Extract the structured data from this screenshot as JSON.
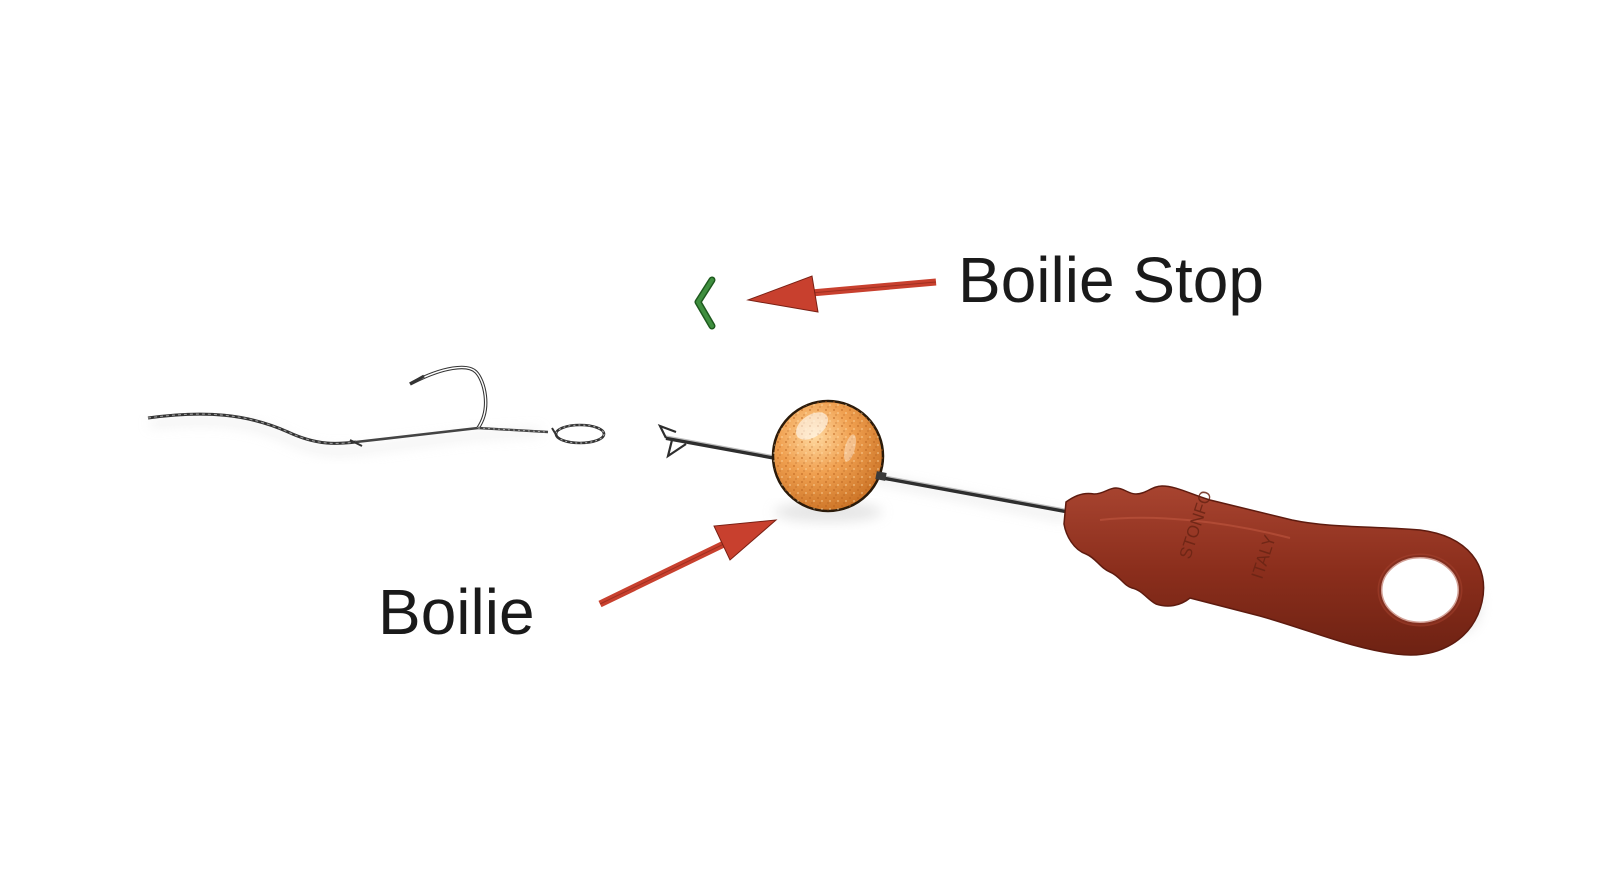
{
  "labels": {
    "boilie_stop": "Boilie Stop",
    "boilie": "Boilie"
  },
  "handle_text": {
    "brand": "STONFO",
    "origin": "ITALY"
  },
  "icons": {
    "hook": "hair-rig-hook-icon",
    "stop": "boilie-stop-icon",
    "bait": "boilie-ball-icon",
    "tool": "baiting-needle-icon"
  },
  "colors": {
    "arrow": "#c8402e",
    "stop": "#2f7a2f",
    "boilie": "#f0a050",
    "handle": "#8b2e1c",
    "needle": "#555555"
  }
}
